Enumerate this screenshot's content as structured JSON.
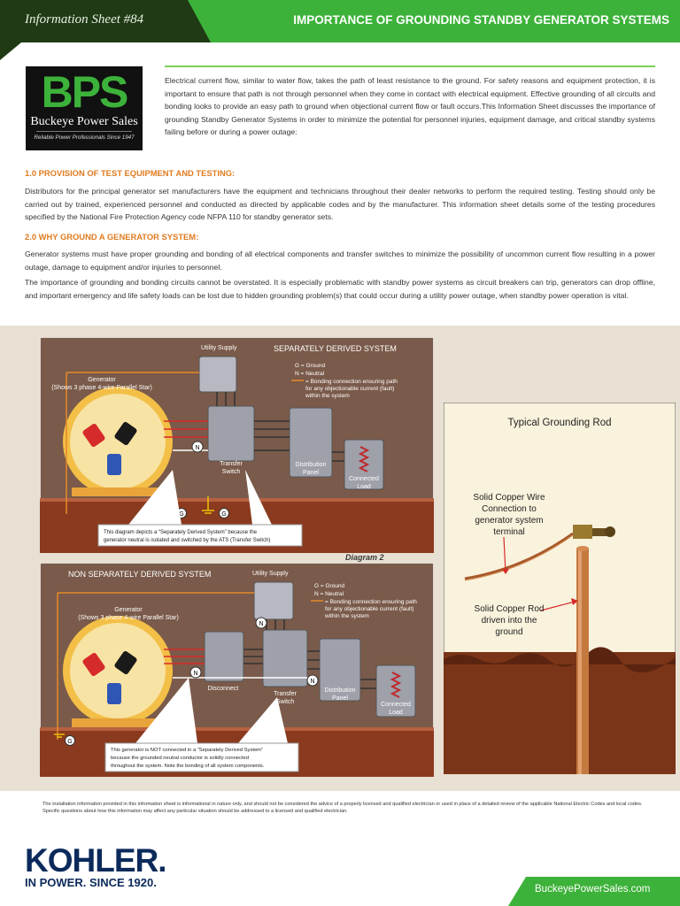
{
  "header": {
    "sheet_number": "Information Sheet #84",
    "title": "IMPORTANCE OF GROUNDING STANDBY GENERATOR SYSTEMS"
  },
  "logo": {
    "mark": "BPS",
    "name": "Buckeye Power Sales",
    "tagline": "Reliable Power Professionals Since 1947"
  },
  "intro": "Electrical current flow, similar to water flow, takes the path of least resistance to the ground. For safety reasons and equipment protection, it is important to ensure that path is not through personnel when they come in contact with electrical equipment. Effective grounding of all circuits and bonding looks to provide an easy path to ground when objectional current flow or fault occurs.This Information Sheet discusses the importance of grounding Standby Generator Systems in order to minimize the potential for personnel injuries, equipment damage, and critical standby systems failing before or during a power outage:",
  "section1": {
    "heading": "1.0  PROVISION OF TEST EQUIPMENT AND TESTING:",
    "body": "Distributors for the principal generator set manufacturers have the equipment and technicians throughout their dealer networks to perform the required testing.  Testing should only be carried out by trained, experienced personnel and conducted as directed by applicable codes and by the manufacturer.  This information sheet details some of the testing procedures specified by the National Fire Protection Agency code NFPA 110 for standby generator sets."
  },
  "section2": {
    "heading": "2.0 WHY GROUND A GENERATOR SYSTEM:",
    "body1": "Generator systems must have proper grounding and bonding of all electrical components and transfer switches to minimize the possibility of uncommon current flow resulting in a power outage, damage to equipment and/or injuries to personnel.",
    "body2": "The importance of grounding and bonding circuits cannot be overstated. It is especially problematic with standby power systems as circuit breakers can trip, generators can drop offline, and important emergency and life safety loads can be lost due to hidden grounding problem(s) that could occur during a utility power outage, when standby power operation is vital."
  },
  "diagram1": {
    "title": "SEPARATELY DERIVED SYSTEM",
    "utility_supply": "Utility Supply",
    "generator_label": "Generator",
    "generator_sub": "(Shows 3 phase 4-wire Parallel Star)",
    "legend_g": "G = Ground",
    "legend_n": "N = Neutral",
    "legend_bond_1": "= Bonding connection ensuring path",
    "legend_bond_2": "for any objectionable current (fault)",
    "legend_bond_3": "within the system",
    "transfer_switch_1": "Transfer",
    "transfer_switch_2": "Switch",
    "distribution_panel_1": "Distribution",
    "distribution_panel_2": "Panel",
    "connected_load_1": "Connected",
    "connected_load_2": "Load",
    "n_marker": "N",
    "g_marker": "G",
    "note_1": "This diagram depicts a “Separately Derived System” because the",
    "note_2": "generator neutral is isolated and switched by the ATS (Transfer Switch)"
  },
  "diagram2": {
    "caption": "Diagram 2",
    "title": "NON SEPARATELY DERIVED SYSTEM",
    "utility_supply": "Utility Supply",
    "generator_label": "Generator",
    "generator_sub": "(Shows 3 phase 4-wire Parallel Star)",
    "legend_g": "G = Ground",
    "legend_n": "N = Neutral",
    "legend_bond_1": "= Bonding connection ensuring path",
    "legend_bond_2": "for any objectionable current (fault)",
    "legend_bond_3": "within the system",
    "disconnect": "Disconnect",
    "transfer_switch_1": "Transfer",
    "transfer_switch_2": "Switch",
    "distribution_panel_1": "Distribution",
    "distribution_panel_2": "Panel",
    "connected_load_1": "Connected",
    "connected_load_2": "Load",
    "n_marker": "N",
    "g_marker": "G",
    "note_1": "This generator is NOT connected in a “Separately Derived System”",
    "note_2": "because the grounded neutral conductor is solidly connected",
    "note_3": "throughout the system. Note the bonding of all system components."
  },
  "grounding_rod": {
    "title": "Typical Grounding Rod",
    "wire_label_1": "Solid Copper Wire",
    "wire_label_2": "Connection to",
    "wire_label_3": "generator system",
    "wire_label_4": "terminal",
    "rod_label_1": "Solid Copper Rod",
    "rod_label_2": "driven into the",
    "rod_label_3": "ground"
  },
  "disclaimer": "The installation information provided in this information sheet is informational in nature only, and should not be considered the advice of a properly licensed and qualified electrician or used in place of a detailed review of the applicable National Electric Codes and local codes.   Specific questions about how this information may affect any particular situation should be addressed to a licensed and qualified electrician.",
  "footer": {
    "brand": "KOHLER.",
    "tagline": "IN POWER. SINCE 1920.",
    "url": "BuckeyePowerSales.com"
  },
  "colors": {
    "header_dark": "#1f3a14",
    "header_green": "#3db23a",
    "section_heading": "#e07b1f",
    "diagram_bg": "#7a5a4a",
    "kohler_blue": "#0b2a5b"
  }
}
